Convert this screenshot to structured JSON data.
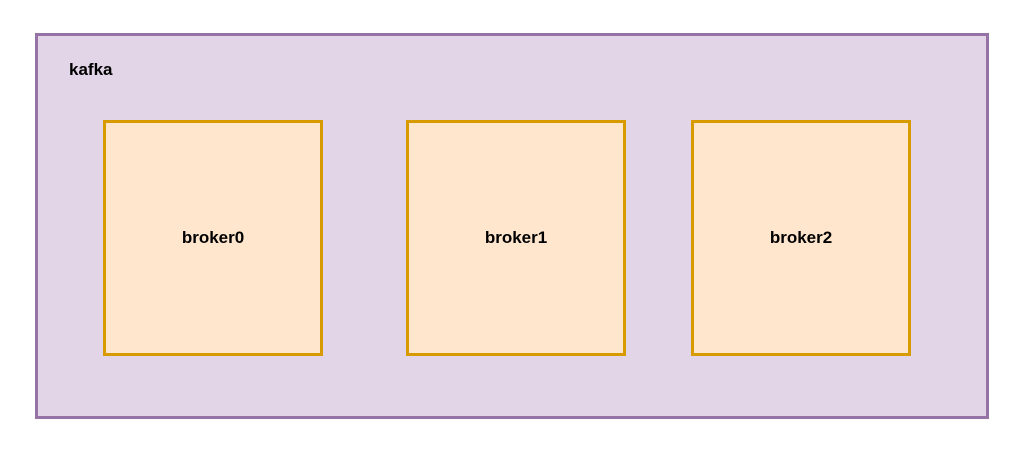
{
  "diagram": {
    "type": "grouping-diagram",
    "container": {
      "label": "kafka"
    },
    "brokers": [
      {
        "label": "broker0"
      },
      {
        "label": "broker1"
      },
      {
        "label": "broker2"
      }
    ],
    "colors": {
      "container_fill": "#e1d5e7",
      "container_border": "#9673a6",
      "broker_fill": "#ffe6cc",
      "broker_border": "#d79b00",
      "text": "#000000",
      "background": "#ffffff"
    }
  }
}
